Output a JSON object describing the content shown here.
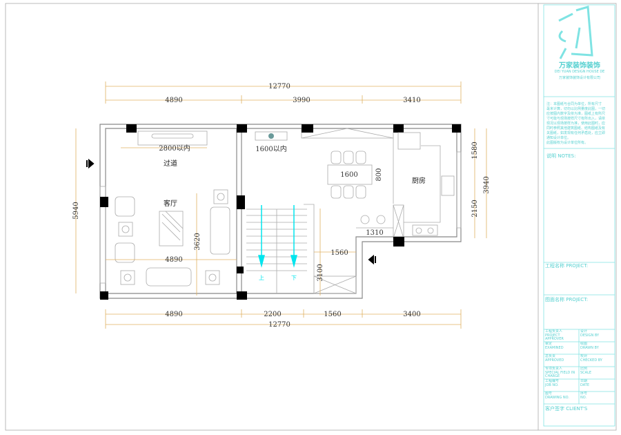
{
  "plan": {
    "dims_top": {
      "overall": "12770",
      "segments": [
        "4890",
        "3990",
        "3410"
      ]
    },
    "dims_bottom": {
      "overall": "12770",
      "segments": [
        "4890",
        "2200",
        "1560",
        "3400"
      ]
    },
    "dim_left": "5940",
    "dims_right": {
      "upper": "1580",
      "lower": "2150",
      "overall": "3940"
    },
    "inner_dims": {
      "tv_wall": "2800以内",
      "cabinet": "1600以内",
      "living_width": "4890",
      "living_depth": "3620",
      "table_length": "1600",
      "table_width": "800",
      "counter": "1310",
      "stair_depth": "3100",
      "stair_width": "1560"
    },
    "rooms": {
      "corridor": "过道",
      "living": "客厅",
      "kitchen": "厨房"
    },
    "stairs": {
      "up": "上",
      "down": "下"
    }
  },
  "title_block": {
    "company_cn": "万家装饰装饰",
    "company_en": "DEI YUAN DESIGN HOUSE DE",
    "company_sub": "万家装饰装饰设计有限公司",
    "notes_text": [
      "注：本图纸与合同为单位，所有尺寸",
      "毫米计算，切勿以比例量度此图，一切",
      "应按图内数字及依为准，图纸上有所尺",
      "寸可能与现场按样尺寸有所出入，请依",
      "现况以现场按样为准，使用此图时，应",
      "同时参照其他建筑图纸、结构图纸及有",
      "关图纸，如发现有任何矛盾处，应立即",
      "通知设计单位。",
      "此图版权为设计单位所有。"
    ],
    "notes_label": "说明  NOTES:",
    "project_label": "工程名称 PROJECT:",
    "drawing_name_label": "图面名称 PROJECT:",
    "fields": [
      [
        "工程负责人",
        "PROJECT APPROVER",
        "设计",
        "DESIGN BY"
      ],
      [
        "审定",
        "EXAMINED",
        "绘图",
        "DRAWN BY"
      ],
      [
        "总负责",
        "APPROVED",
        "校对",
        "CHECKED BY"
      ],
      [
        "专项负责人",
        "SPECIAL FIELD IN CHARGE",
        "比例",
        "SCALE"
      ],
      [
        "工程编号",
        "JOB NO.",
        "日期",
        "DATE"
      ],
      [
        "图号",
        "DRAWING NO.",
        "序号",
        "NO."
      ]
    ],
    "client_label": "客户签字 CLIENT'S"
  }
}
